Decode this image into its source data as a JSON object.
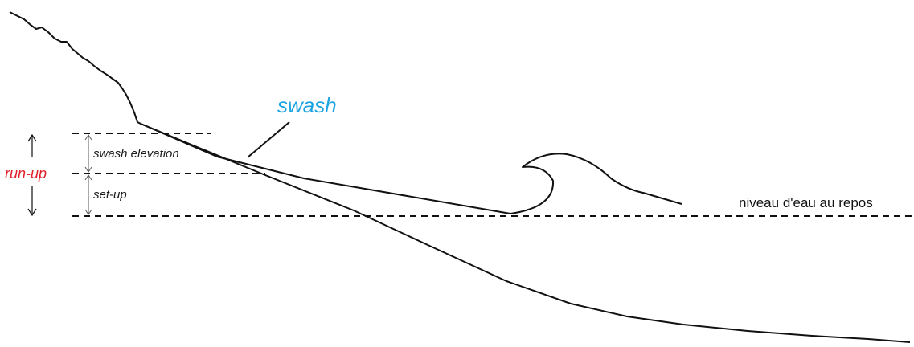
{
  "labels": {
    "swash": "swash",
    "swash_elevation": "swash elevation",
    "set_up": "set-up",
    "run_up": "run-up",
    "still_water": "niveau d'eau au repos"
  },
  "colors": {
    "swash": "#1aa3e0",
    "run_up": "#e0202a",
    "line": "#111111"
  }
}
